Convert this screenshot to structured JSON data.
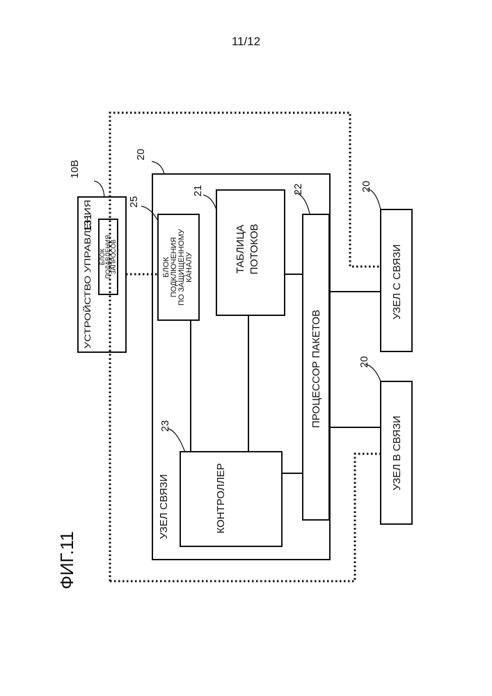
{
  "page_number": "11/12",
  "figure_label": "ФИГ.11",
  "control_device": {
    "ref": "10B",
    "label": "УСТРОЙСТВО УПРАВЛЕНИЯ"
  },
  "request_block": {
    "ref": "131",
    "line1": "БЛОК",
    "line2": "ПОДАВЛЕНИЯ",
    "line3": "ЗАПРОСОВ"
  },
  "comm_node": {
    "ref": "20",
    "label": "УЗЕЛ СВЯЗИ"
  },
  "secure_block": {
    "ref": "25",
    "line1": "БЛОК",
    "line2": "ПОДКЛЮЧЕНИЯ",
    "line3": "ПО ЗАЩИЩЕННОМУ",
    "line4": "КАНАЛУ"
  },
  "flow_table": {
    "ref": "21",
    "line1": "ТАБЛИЦА",
    "line2": "ПОТОКОВ"
  },
  "packet_processor": {
    "ref": "22",
    "label": "ПРОЦЕССОР ПАКЕТОВ"
  },
  "controller": {
    "ref": "23",
    "label": "КОНТРОЛЛЕР"
  },
  "node_c": {
    "ref": "20",
    "label": "УЗЕЛ С СВЯЗИ"
  },
  "node_b": {
    "ref": "20",
    "label": "УЗЕЛ В СВЯЗИ"
  }
}
